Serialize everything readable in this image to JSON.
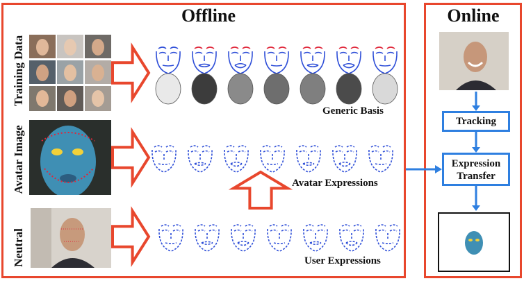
{
  "offline": {
    "title": "Offline",
    "rows": [
      {
        "label": "Training Data",
        "step": "1",
        "caption": "Generic Basis"
      },
      {
        "label": "Avatar Image",
        "step": "2",
        "caption": "Avatar Expressions"
      },
      {
        "label": "Neutral",
        "step": "3",
        "caption": "User Expressions"
      }
    ],
    "transfer_step": "4"
  },
  "online": {
    "title": "Online",
    "tracking_label": "Tracking",
    "transfer_label_1": "Expression",
    "transfer_label_2": "Transfer"
  },
  "colors": {
    "panel_border": "#e8472d",
    "box_border": "#2e7fe0",
    "sketch_stroke": "#2f4fd8",
    "highlight": "#e0263a"
  }
}
